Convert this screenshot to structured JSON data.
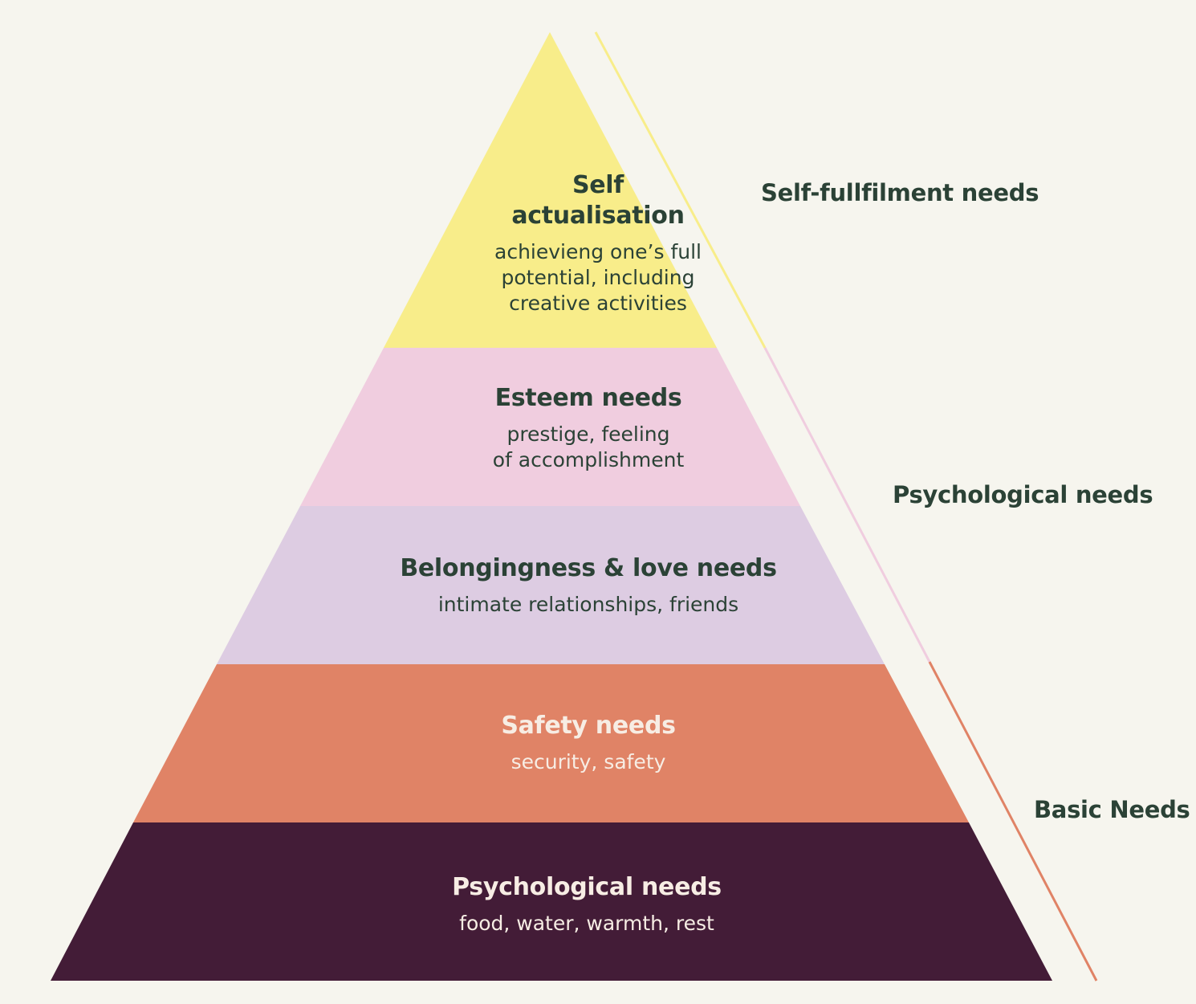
{
  "tiers": [
    {
      "title": "Self\nactualisation",
      "description": "achievieng one’s full\npotential, including\ncreative activities",
      "color": "#f8ed8a",
      "text_color": "#2b4236"
    },
    {
      "title": "Esteem needs",
      "description": "prestige, feeling\nof accomplishment",
      "color": "#f0cddf",
      "text_color": "#2b4236"
    },
    {
      "title": "Belongingness & love needs",
      "description": "intimate relationships, friends",
      "color": "#ddcce2",
      "text_color": "#2b4236"
    },
    {
      "title": "Safety needs",
      "description": "security, safety",
      "color": "#e08366",
      "text_color": "#f7ede4"
    },
    {
      "title": "Psychological needs",
      "description": "food, water, warmth, rest",
      "color": "#431c37",
      "text_color": "#f7ede4"
    }
  ],
  "groups": [
    {
      "label": "Self-fullfilment needs",
      "color": "#f8ed8a"
    },
    {
      "label": "Psychological needs",
      "color": "#f0cddf"
    },
    {
      "label": "Basic Needs",
      "color": "#e08366"
    }
  ],
  "colors": {
    "background": "#f6f5ee",
    "label_text": "#2b4236"
  }
}
